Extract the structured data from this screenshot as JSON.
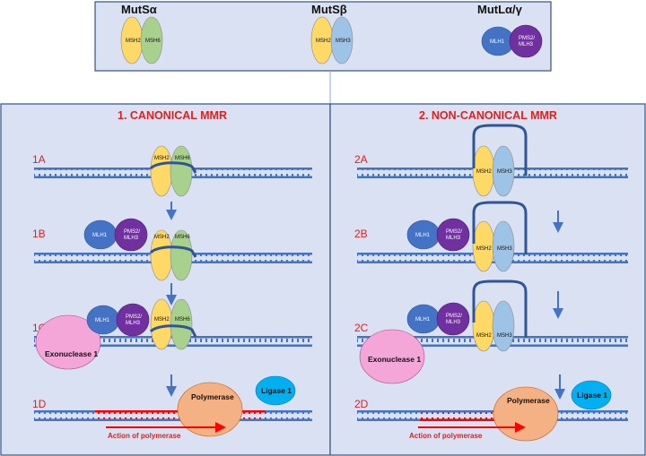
{
  "legend": {
    "mutsa": {
      "title": "MutSα",
      "sub1": "MSH2",
      "sub2": "MSH6"
    },
    "mutsb": {
      "title": "MutSβ",
      "sub1": "MSH2",
      "sub2": "MSH3"
    },
    "mutl": {
      "title": "MutLα/γ",
      "sub1": "MLH1",
      "sub2a": "PMS2/",
      "sub2b": "MLH3"
    }
  },
  "canonical": {
    "title": "1. CANONICAL MMR",
    "steps": [
      "1A",
      "1B",
      "1C",
      "1D"
    ]
  },
  "noncanonical": {
    "title": "2. NON-CANONICAL MMR",
    "steps": [
      "2A",
      "2B",
      "2C",
      "2D"
    ]
  },
  "labels": {
    "msh2": "MSH2",
    "msh6": "MSH6",
    "msh3": "MSH3",
    "mlh1": "MLH1",
    "pms2": "PMS2/",
    "mlh3": "MLH3",
    "exonuclease": "Exonuclease 1",
    "polymerase": "Polymerase",
    "ligase": "Ligase 1",
    "action": "Action of polymerase"
  },
  "colors": {
    "panel_bg": "#d9e1f2",
    "panel_border": "#3f5f8f",
    "dna": "#4472c4",
    "msh2": "#ffd966",
    "msh6": "#a9d18e",
    "msh3": "#9dc3e6",
    "mlh1": "#4472c4",
    "pms2": "#7030a0",
    "exonuclease": "#f4a6d8",
    "polymerase": "#f4b183",
    "ligase": "#00b0f0",
    "red": "#ff0000"
  }
}
